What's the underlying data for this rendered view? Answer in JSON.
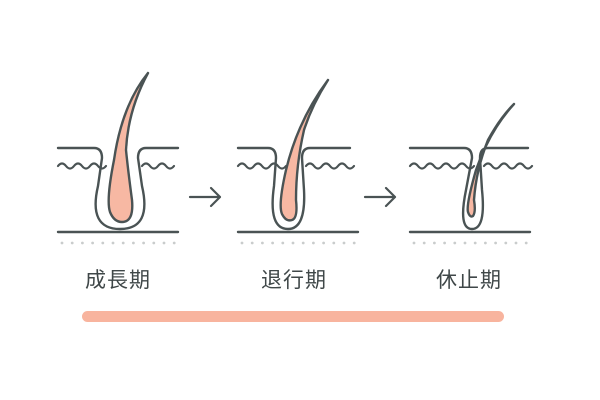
{
  "stages": [
    {
      "label": "成長期"
    },
    {
      "label": "退行期"
    },
    {
      "label": "休止期"
    }
  ],
  "colors": {
    "hair": "#f7b8a3",
    "line": "#4a5354",
    "bar": "#f8b49e",
    "dots": "#c9cccc"
  }
}
